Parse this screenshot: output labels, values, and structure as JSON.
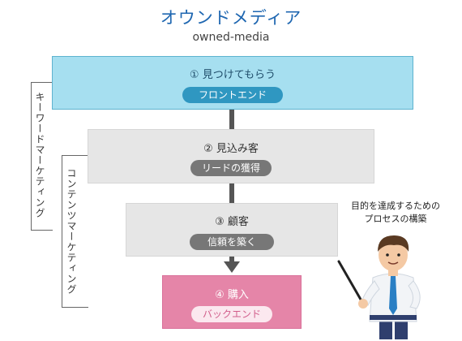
{
  "header": {
    "title": "オウンドメディア",
    "subtitle": "owned-media"
  },
  "stages": [
    {
      "label": "①  見つけてもらう",
      "tag": "フロントエンド"
    },
    {
      "label": "②  見込み客",
      "tag": "リードの獲得"
    },
    {
      "label": "③  顧客",
      "tag": "信頼を築く"
    },
    {
      "label": "④  購入",
      "tag": "バックエンド"
    }
  ],
  "brackets": {
    "keyword": "キーワードマーケティング",
    "content": "コンテンツマーケティング"
  },
  "caption": {
    "line1": "目的を達成するための",
    "line2": "プロセスの構築"
  },
  "colors": {
    "title": "#1f67b1",
    "stage1_fill": "#a6dff0",
    "stage1_pill": "#2f97c1",
    "stage_gray": "#e6e6e6",
    "pill_gray": "#777777",
    "stage4_fill": "#e585a8"
  },
  "icons": {
    "presenter": "businessman-pointer-icon",
    "flow_arrow": "down-arrow-icon"
  }
}
